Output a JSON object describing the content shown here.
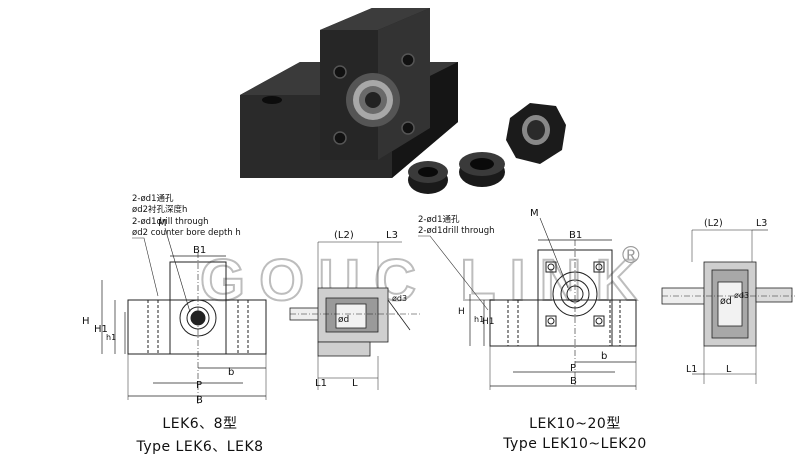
{
  "watermark": {
    "text": "GOUC LINK",
    "mark": "®"
  },
  "notes_left": {
    "line1": "2-ød1通孔",
    "line2": "ød2衬孔深度h",
    "line3": "2-ød1drill through",
    "line4": "ød2 counter bore depth h"
  },
  "notes_right": {
    "line1": "2-ød1通孔",
    "line2": "2-ød1drill through"
  },
  "labels_front_left": {
    "M": "M",
    "B1": "B1",
    "H": "H",
    "H1": "H1",
    "h1": "h1",
    "b": "b",
    "P": "P",
    "B": "B"
  },
  "labels_side_left": {
    "L2": "(L2)",
    "L3": "L3",
    "d": "ød",
    "d3": "ød3",
    "L1": "L1",
    "L": "L"
  },
  "labels_front_right": {
    "M": "M",
    "B1": "B1",
    "H": "H",
    "H1": "H1",
    "h1": "h1",
    "b": "b",
    "P": "P",
    "B": "B"
  },
  "labels_side_right": {
    "L2": "(L2)",
    "L3": "L3",
    "d": "ød",
    "d3": "ød3",
    "L1": "L1",
    "L": "L"
  },
  "captions": {
    "left_cn": "LEK6、8型",
    "left_en": "Type LEK6、LEK8",
    "right_cn": "LEK10~20型",
    "right_en": "Type LEK10~LEK20"
  }
}
